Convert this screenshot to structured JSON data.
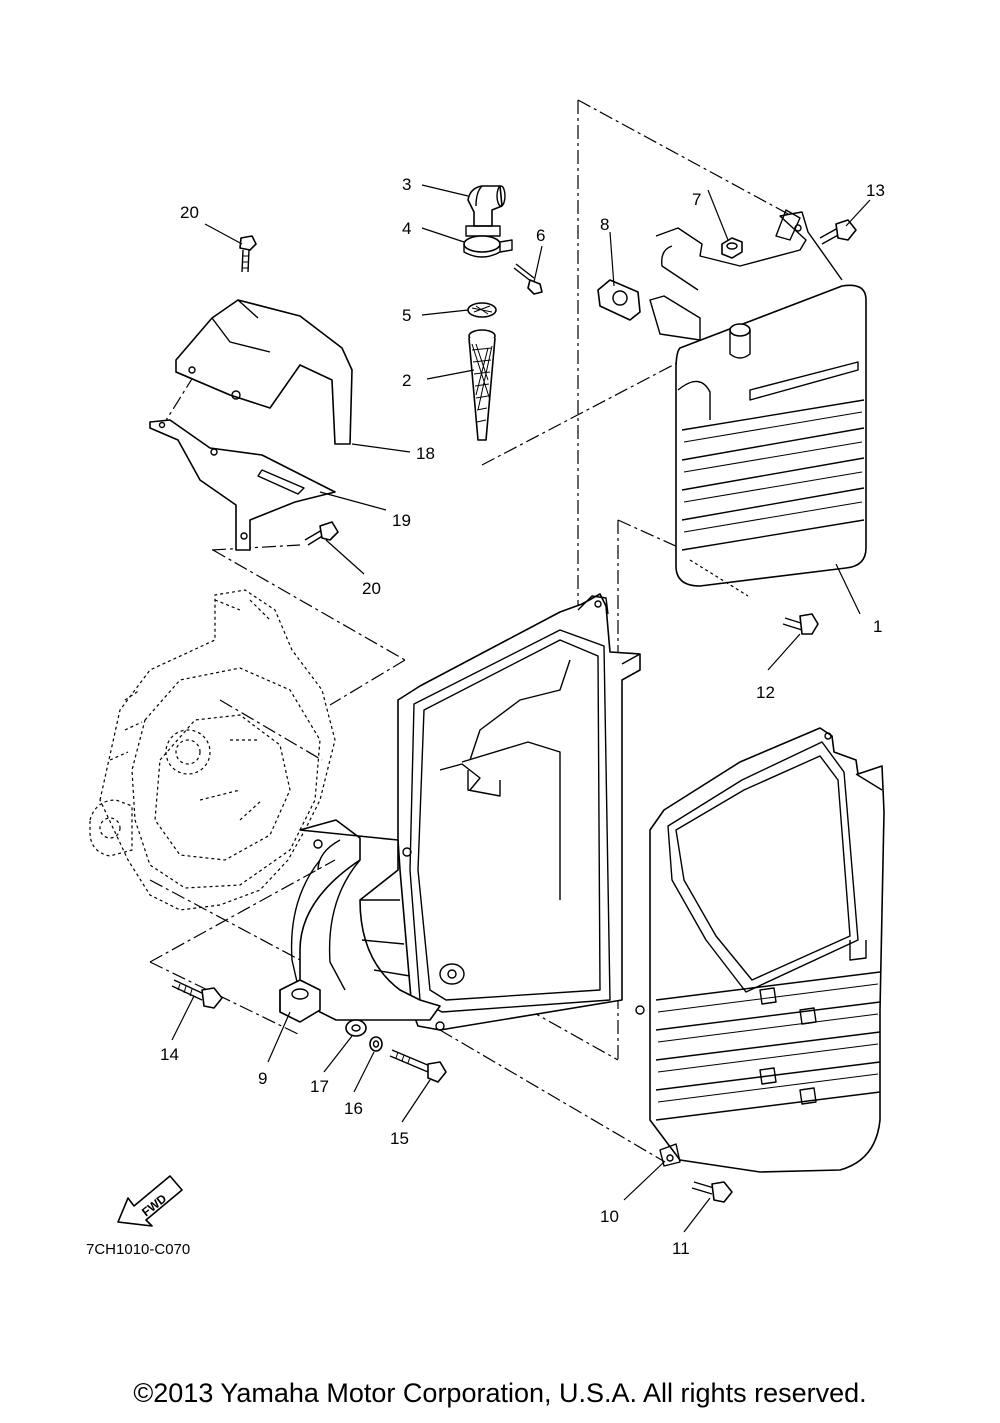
{
  "diagram": {
    "callouts": [
      "1",
      "2",
      "3",
      "4",
      "5",
      "6",
      "7",
      "8",
      "9",
      "10",
      "11",
      "12",
      "13",
      "14",
      "15",
      "16",
      "17",
      "18",
      "19",
      "20",
      "20"
    ],
    "drawing_code": "7CH1010-C070",
    "fwd_label": "FWD"
  },
  "footer": {
    "copyright": "©2013 Yamaha Motor Corporation, U.S.A. All rights reserved."
  }
}
